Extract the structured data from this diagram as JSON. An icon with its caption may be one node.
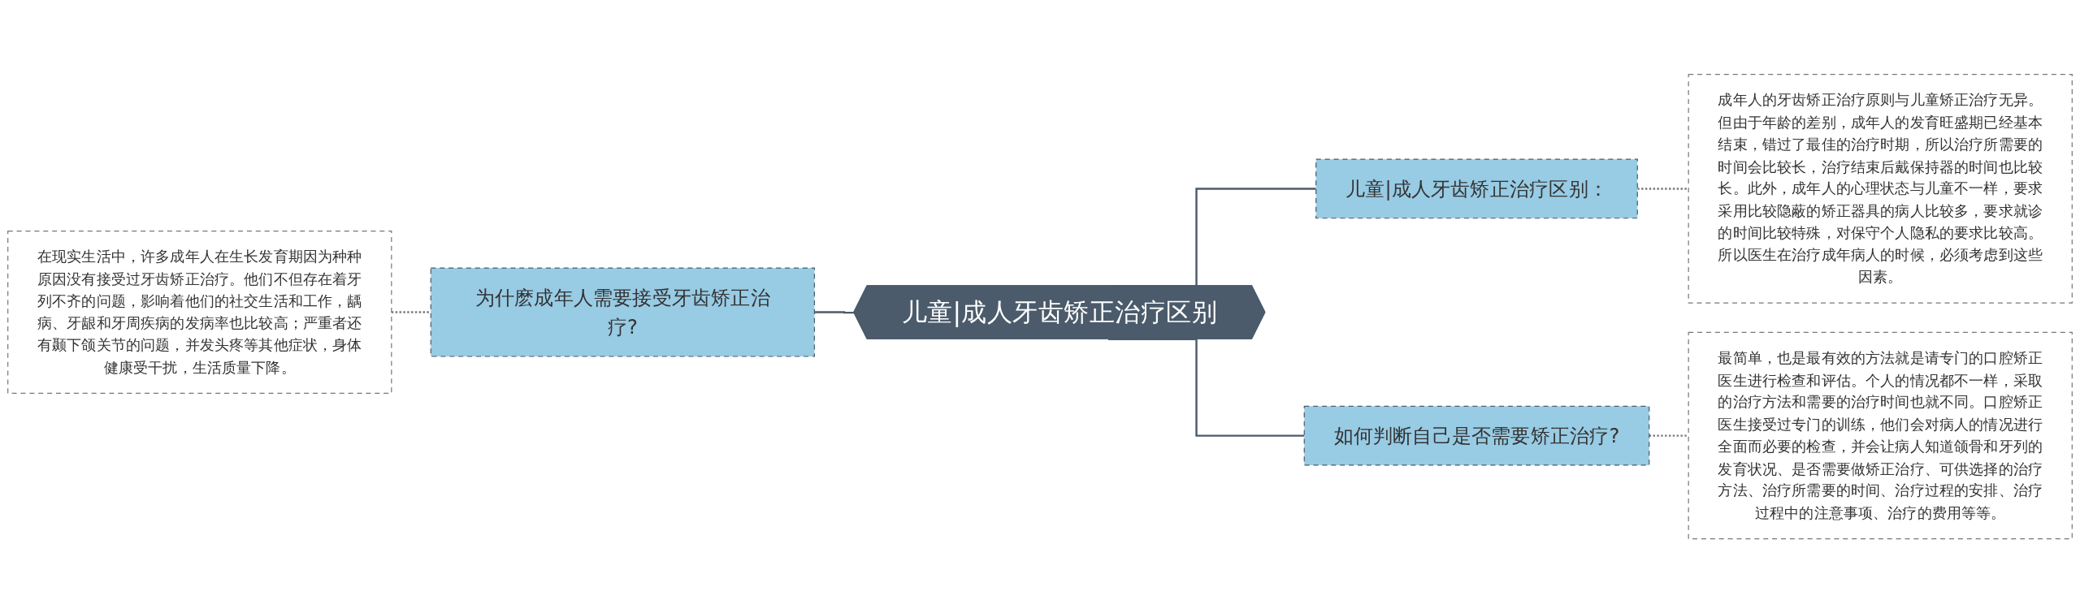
{
  "diagram": {
    "nodes": [
      {
        "text": [
          "儿童|成人牙齿矫正治疗区别"
        ]
      },
      {
        "text": [
          "为什麽成年人需要接受牙齿矫正治疗?"
        ]
      },
      {
        "text": [
          "在现实生活中，许多成年人在生长发育期因为种种原因没有接受过牙齿矫正治疗。他们不但存在着牙列不齐的问题，影响着他们的社交生活和工作，龋病、牙龈和牙周疾病的发病率也比较高；严重者还有颞下颌关节的问题，并发头疼等其他症状，身体健康受干扰，生活质量下降。"
        ]
      },
      {
        "text": [
          "儿童|成人牙齿矫正治疗区别："
        ]
      },
      {
        "text": [
          "成年人的牙齿矫正治疗原则与儿童矫正治疗无异。但由于年龄的差别，成年人的发育旺盛期已经基本结束，错过了最佳的治疗时期，所以治疗所需要的时间会比较长，治疗结束后戴保持器的时间也比较长。此外，成年人的心理状态与儿童不一样，要求采用比较隐蔽的矫正器具的病人比较多，要求就诊的时间比较特殊，对保守个人隐私的要求比较高。所以医生在治疗成年病人的时候，必须考虑到这些因素。"
        ]
      },
      {
        "text": [
          "如何判断自己是否需要矫正治疗?"
        ]
      },
      {
        "text": [
          "最简单，也是最有效的方法就是请专门的口腔矫正医生进行检查和评估。个人的情况都不一样，采取的治疗方法和需要的治疗时间也就不同。口腔矫正医生接受过专门的训练，他们会对病人的情况进行全面而必要的检查，并会让病人知道颌骨和牙列的发育状况、是否需要做矫正治疗、可供选择的治疗方法、治疗所需要的时间、治疗过程的安排、治疗过程中的注意事项、治疗的费用等等。"
        ]
      }
    ],
    "edges": [
      {
        "from": 0,
        "to": 1,
        "arrow": "none"
      },
      {
        "from": 1,
        "to": 2,
        "arrow": "none",
        "style": "dashed",
        "color": "#777777"
      },
      {
        "from": 0,
        "to": 3,
        "arrow": "none"
      },
      {
        "from": 3,
        "to": 4,
        "arrow": "none",
        "style": "dashed",
        "color": "#777777"
      },
      {
        "from": 0,
        "to": 5,
        "arrow": "none"
      },
      {
        "from": 5,
        "to": 6,
        "arrow": "none",
        "style": "dashed",
        "color": "#777777"
      }
    ]
  }
}
